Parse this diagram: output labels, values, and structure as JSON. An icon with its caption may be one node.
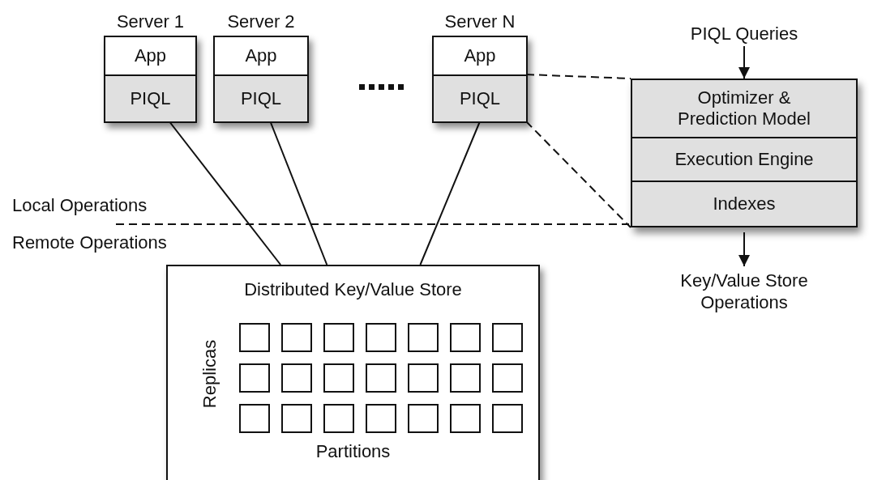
{
  "diagram": {
    "nodes": [
      {
        "text": [
          "Server 1"
        ]
      },
      {
        "text": [
          "App"
        ],
        "in": 0
      },
      {
        "text": [
          "PIQL"
        ],
        "in": 0
      },
      {
        "text": [
          "Server 2"
        ]
      },
      {
        "text": [
          "App"
        ],
        "in": 3
      },
      {
        "text": [
          "PIQL"
        ],
        "in": 3
      },
      {
        "text": [
          "Server N"
        ]
      },
      {
        "text": [
          "App"
        ],
        "in": 6
      },
      {
        "text": [
          "PIQL"
        ],
        "in": 6
      },
      {
        "text": [],
        "shape": "box"
      },
      {
        "text": [
          "Optimizer & Prediction Model"
        ],
        "in": 9
      },
      {
        "text": [
          "Execution Engine"
        ],
        "in": 9
      },
      {
        "text": [
          "Indexes"
        ],
        "in": 9
      },
      {
        "text": [
          "PIQL Queries"
        ]
      },
      {
        "text": [
          "Key/Value Store Operations"
        ]
      },
      {
        "text": [
          "Distributed Key/Value Store",
          "Replicas",
          "Partitions"
        ]
      },
      {
        "text": [],
        "shape": "box",
        "in": 15
      },
      {
        "text": [],
        "shape": "box",
        "in": 15
      },
      {
        "text": [],
        "shape": "box",
        "in": 15
      },
      {
        "text": [],
        "shape": "box",
        "in": 15
      },
      {
        "text": [],
        "shape": "box",
        "in": 15
      },
      {
        "text": [],
        "shape": "box",
        "in": 15
      },
      {
        "text": [],
        "shape": "box",
        "in": 15
      },
      {
        "text": [],
        "shape": "box",
        "in": 15
      },
      {
        "text": [],
        "shape": "box",
        "in": 15
      },
      {
        "text": [],
        "shape": "box",
        "in": 15
      },
      {
        "text": [],
        "shape": "box",
        "in": 15
      },
      {
        "text": [],
        "shape": "box",
        "in": 15
      },
      {
        "text": [],
        "shape": "box",
        "in": 15
      },
      {
        "text": [],
        "shape": "box",
        "in": 15
      },
      {
        "text": [],
        "shape": "box",
        "in": 15
      },
      {
        "text": [],
        "shape": "box",
        "in": 15
      },
      {
        "text": [],
        "shape": "box",
        "in": 15
      },
      {
        "text": [],
        "shape": "box",
        "in": 15
      },
      {
        "text": [],
        "shape": "box",
        "in": 15
      },
      {
        "text": [],
        "shape": "box",
        "in": 15
      },
      {
        "text": [],
        "shape": "box",
        "in": 15
      }
    ],
    "edges": [
      {
        "from": 2,
        "to": 15,
        "arrow": "none"
      },
      {
        "from": 5,
        "to": 15,
        "arrow": "none"
      },
      {
        "from": 8,
        "to": 15,
        "arrow": "none"
      },
      {
        "from": 13,
        "to": 9,
        "arrow": "to"
      },
      {
        "from": 9,
        "to": 14,
        "arrow": "to"
      },
      {
        "from": 8,
        "to": 9,
        "arrow": "none",
        "style": "dashed"
      },
      {
        "from": 8,
        "to": 9,
        "arrow": "none",
        "style": "dashed"
      }
    ],
    "labels": [
      "Local Operations",
      "Remote Operations"
    ]
  }
}
